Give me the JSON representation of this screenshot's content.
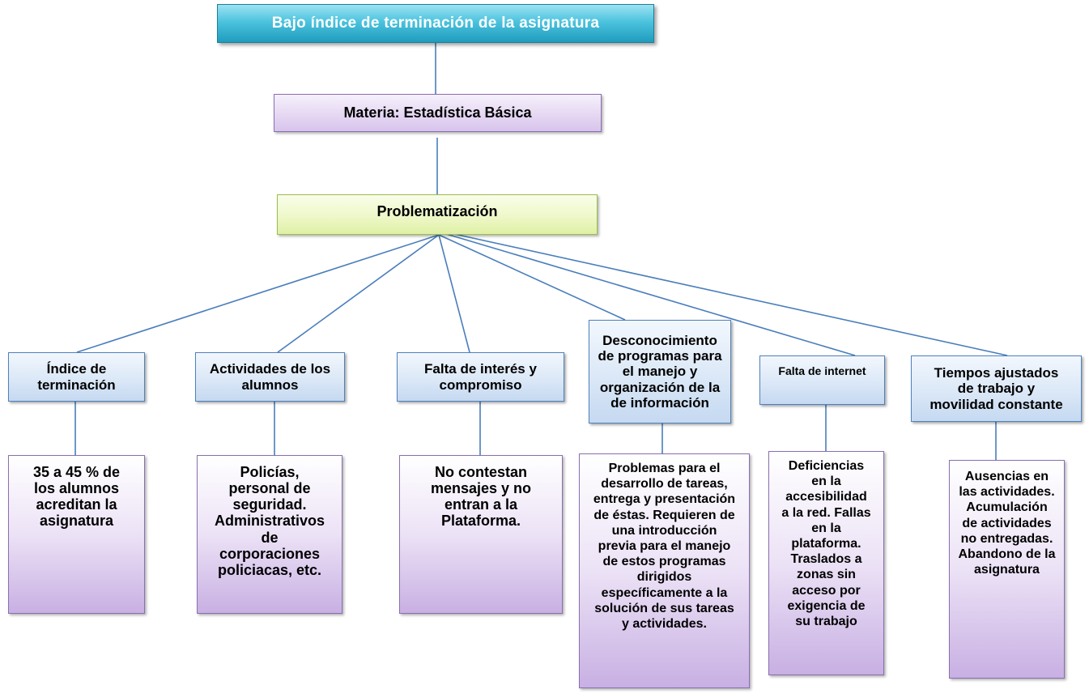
{
  "title": "Bajo índice de terminación de la asignatura",
  "subject": "Materia: Estadística Básica",
  "root": "Problematización",
  "categories": [
    "Índice de terminación",
    "Actividades de los alumnos",
    "Falta de interés y compromiso",
    "Desconocimiento de programas para el manejo y organización de la de información",
    "Falta de internet",
    "Tiempos ajustados de trabajo y movilidad constante"
  ],
  "details": [
    "35 a 45 % de los alumnos acreditan la asignatura",
    "Policías, personal de seguridad. Administrativos de corporaciones policiacas,  etc.",
    "No contestan mensajes y no entran a la Plataforma.",
    "Problemas para el desarrollo de tareas, entrega y presentación de éstas. Requieren de una introducción previa para el manejo de estos programas dirigidos específicamente a la solución de sus tareas y actividades.",
    "Deficiencias en la accesibilidad a la red. Fallas en la plataforma. Traslados a zonas sin acceso  por exigencia de su trabajo",
    "Ausencias en las actividades. Acumulación de actividades no entregadas. Abandono de la asignatura"
  ],
  "colors": {
    "title_fill": "#3fb6d6",
    "subject_fill": "#e6d8f3",
    "root_fill": "#eef8c9",
    "category_fill": "#dbe8f7",
    "detail_fill": "#d8c4ec",
    "connector": "#4a7ebb"
  }
}
